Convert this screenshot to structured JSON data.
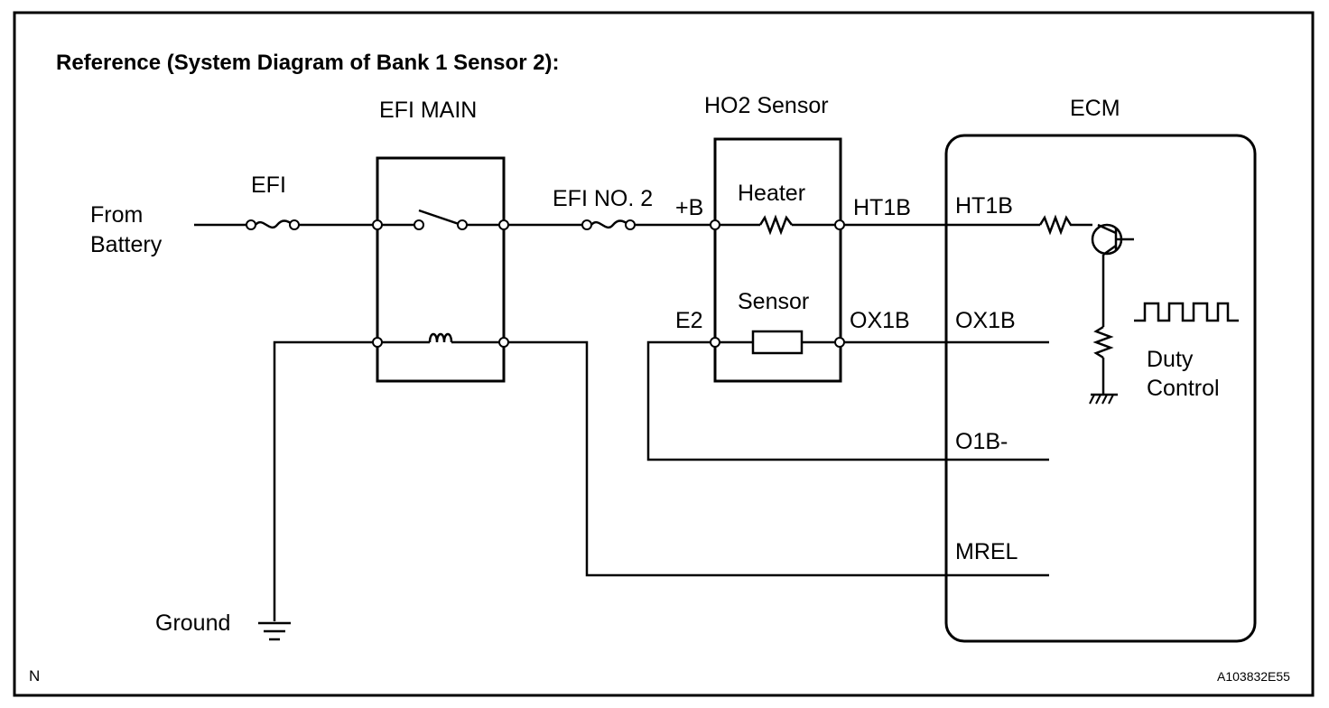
{
  "title": "Reference (System Diagram of Bank 1 Sensor 2):",
  "labels": {
    "from_battery_line1": "From",
    "from_battery_line2": "Battery",
    "efi_fuse": "EFI",
    "efi_main": "EFI MAIN",
    "efi_no2": "EFI NO. 2",
    "ho2_sensor": "HO2 Sensor",
    "plus_b": "+B",
    "heater": "Heater",
    "ht1b_sensor_side": "HT1B",
    "e2": "E2",
    "sensor": "Sensor",
    "ox1b_sensor_side": "OX1B",
    "ecm": "ECM",
    "ht1b_ecm": "HT1B",
    "ox1b_ecm": "OX1B",
    "o1b_minus": "O1B-",
    "mrel": "MREL",
    "duty_line1": "Duty",
    "duty_line2": "Control",
    "ground": "Ground"
  },
  "corner_mark": "N",
  "figure_code": "A103832E55"
}
